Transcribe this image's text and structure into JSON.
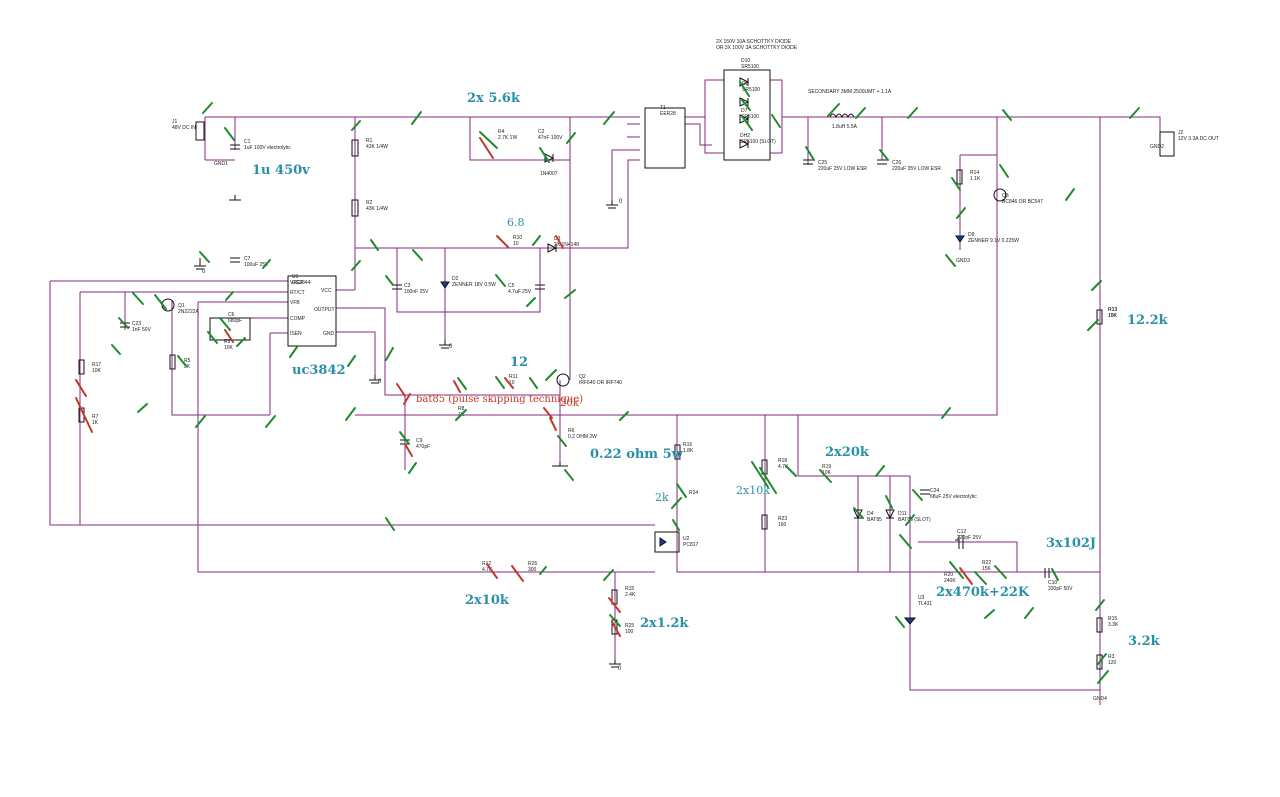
{
  "header": {
    "line1": "2X 150V 10A SCHOTTKY DIODE",
    "line2": "OR 3X 100V 3A SCHOTTKY DIODE",
    "secondary": "SECONDARY 3MM 2500UMT + 1.1A"
  },
  "components": [
    {
      "id": "J1",
      "lines": [
        "J1",
        "",
        "48V DC IN"
      ]
    },
    {
      "id": "C1",
      "lines": [
        "C1",
        "1uF 100V electrolytic"
      ]
    },
    {
      "id": "GND1",
      "lines": [
        "GND1"
      ]
    },
    {
      "id": "R1",
      "lines": [
        "R1",
        "43K 1/4W"
      ]
    },
    {
      "id": "R2",
      "lines": [
        "R2",
        "43K 1/4W"
      ]
    },
    {
      "id": "R4",
      "lines": [
        "R4",
        "2.7K 1W"
      ]
    },
    {
      "id": "C2",
      "lines": [
        "C2",
        "47nF 100V"
      ]
    },
    {
      "id": "D1",
      "lines": [
        "1N4007"
      ]
    },
    {
      "id": "T1",
      "lines": [
        "T1",
        "EER28"
      ]
    },
    {
      "id": "D10",
      "lines": [
        "D10",
        "SR5100"
      ]
    },
    {
      "id": "D8",
      "lines": [
        "D8",
        "SR5100"
      ]
    },
    {
      "id": "D7",
      "lines": [
        "D7",
        "SR5100"
      ]
    },
    {
      "id": "DH2",
      "lines": [
        "DH2",
        "SR5100 (SLOT)"
      ]
    },
    {
      "id": "L1",
      "lines": [
        "1.8uH 5.5A"
      ]
    },
    {
      "id": "C25",
      "lines": [
        "C25",
        "220uF 25V LOW ESR"
      ]
    },
    {
      "id": "C26",
      "lines": [
        "C26",
        "220uF 35V LOW ESR"
      ]
    },
    {
      "id": "J2",
      "lines": [
        "J2",
        "12V 3.3A DC OUT"
      ]
    },
    {
      "id": "GND2",
      "lines": [
        "GND2"
      ]
    },
    {
      "id": "R14",
      "lines": [
        "R14",
        "1.1K"
      ]
    },
    {
      "id": "Q3",
      "lines": [
        "Q3",
        "BC846 OR BC547"
      ]
    },
    {
      "id": "D9",
      "lines": [
        "D9",
        "ZENNER 9.1V 0.225W"
      ]
    },
    {
      "id": "GND3",
      "lines": [
        "GND3"
      ]
    },
    {
      "id": "R10",
      "lines": [
        "R10",
        "10"
      ]
    },
    {
      "id": "D3",
      "lines": [
        "D3",
        "2X 1N4148"
      ]
    },
    {
      "id": "C7",
      "lines": [
        "C7",
        "100uF 25V"
      ]
    },
    {
      "id": "C3",
      "lines": [
        "C3",
        "100nF 25V"
      ]
    },
    {
      "id": "D2",
      "lines": [
        "D2",
        "ZENNER 18V 0.5W"
      ]
    },
    {
      "id": "C5",
      "lines": [
        "C5",
        "4.7uF 25V"
      ]
    },
    {
      "id": "U1",
      "lines": [
        "U1",
        "UC3844"
      ]
    },
    {
      "id": "Q1",
      "lines": [
        "Q1",
        "2N2222A"
      ]
    },
    {
      "id": "C6",
      "lines": [
        "C6",
        "680pF"
      ]
    },
    {
      "id": "R9",
      "lines": [
        "R9",
        "10K"
      ]
    },
    {
      "id": "C23",
      "lines": [
        "C23",
        "1nF 50V"
      ]
    },
    {
      "id": "R5",
      "lines": [
        "R5",
        "3K"
      ]
    },
    {
      "id": "R17",
      "lines": [
        "R17",
        "10K"
      ]
    },
    {
      "id": "R7",
      "lines": [
        "R7",
        "1K"
      ]
    },
    {
      "id": "R8",
      "lines": [
        "R8",
        "1K"
      ]
    },
    {
      "id": "R11",
      "lines": [
        "R11",
        "10"
      ]
    },
    {
      "id": "Q2",
      "lines": [
        "Q2",
        "IRF640 OR IRF740"
      ]
    },
    {
      "id": "R6",
      "lines": [
        "R6",
        "0.2 OHM 2W"
      ]
    },
    {
      "id": "C9",
      "lines": [
        "C9",
        "470pF"
      ]
    },
    {
      "id": "R13",
      "lines": [
        "R13",
        "10K"
      ]
    },
    {
      "id": "R16",
      "lines": [
        "R16",
        "1.8K"
      ]
    },
    {
      "id": "R24",
      "lines": [
        "R24"
      ]
    },
    {
      "id": "U2",
      "lines": [
        "U2",
        "PC817"
      ]
    },
    {
      "id": "R18",
      "lines": [
        "R18",
        "4.7K"
      ]
    },
    {
      "id": "R23",
      "lines": [
        "R23",
        "160"
      ]
    },
    {
      "id": "R19",
      "lines": [
        "R19",
        "10K"
      ]
    },
    {
      "id": "D4",
      "lines": [
        "D4",
        "BAT85"
      ]
    },
    {
      "id": "D11",
      "lines": [
        "D11",
        "BAT85 (SLOT)"
      ]
    },
    {
      "id": "C24",
      "lines": [
        "C24",
        "68uF 25V electrolytic"
      ]
    },
    {
      "id": "C12",
      "lines": [
        "C12",
        "220pF 25V"
      ]
    },
    {
      "id": "R20",
      "lines": [
        "R20",
        "240K"
      ]
    },
    {
      "id": "R22",
      "lines": [
        "R22",
        "15K"
      ]
    },
    {
      "id": "C10",
      "lines": [
        "C10",
        "330pF 50V"
      ]
    },
    {
      "id": "U3",
      "lines": [
        "U3",
        "TL431"
      ]
    },
    {
      "id": "R12",
      "lines": [
        "R12",
        "4.7K"
      ]
    },
    {
      "id": "R26",
      "lines": [
        "R26",
        "300"
      ]
    },
    {
      "id": "R15b",
      "lines": [
        "R15",
        "2.4K"
      ]
    },
    {
      "id": "R25",
      "lines": [
        "R25",
        "100"
      ]
    },
    {
      "id": "R15",
      "lines": [
        "R15",
        "3.3K"
      ]
    },
    {
      "id": "R3",
      "lines": [
        "R3",
        "120"
      ]
    },
    {
      "id": "R13b",
      "lines": [
        "R13",
        "15K"
      ]
    },
    {
      "id": "GND4",
      "lines": [
        "GND4"
      ]
    }
  ],
  "ic_pins": {
    "left": [
      "8 VREF",
      "4 RT/CT",
      "2 VFB",
      "1 COMP",
      "3 ISEN"
    ],
    "right": [
      "7 VCC",
      "6 OUTPUT",
      "5 GND"
    ]
  },
  "ic_pin_names": [
    "VREF",
    "RT/CT",
    "VFB",
    "COMP",
    "ISEN",
    "VCC",
    "OUTPUT",
    "GND"
  ],
  "annotations": [
    {
      "id": "n-2x5_6k",
      "text": "2x 5.6k"
    },
    {
      "id": "n-1u450v",
      "text": "1u 450v"
    },
    {
      "id": "n-6_8",
      "text": "6.8"
    },
    {
      "id": "n-uc3842",
      "text": "uc3842"
    },
    {
      "id": "n-12",
      "text": "12"
    },
    {
      "id": "n-bat85",
      "text": "bat85 (pulse skipping technique)"
    },
    {
      "id": "n-20k",
      "text": "20k"
    },
    {
      "id": "n-022",
      "text": "0.22 ohm 5w"
    },
    {
      "id": "n-2k",
      "text": "2k"
    },
    {
      "id": "n-2x10k_a",
      "text": "2x10k"
    },
    {
      "id": "n-2x20k",
      "text": "2x20k"
    },
    {
      "id": "n-12_2k",
      "text": "12.2k"
    },
    {
      "id": "n-3x102j",
      "text": "3x102J"
    },
    {
      "id": "n-2x470k",
      "text": "2x470k+22K"
    },
    {
      "id": "n-2x10k_b",
      "text": "2x10k"
    },
    {
      "id": "n-2x1_2k",
      "text": "2x1.2k"
    },
    {
      "id": "n-3_2k",
      "text": "3.2k"
    }
  ],
  "ground_labels": [
    "0",
    "0",
    "0",
    "0",
    "0"
  ]
}
